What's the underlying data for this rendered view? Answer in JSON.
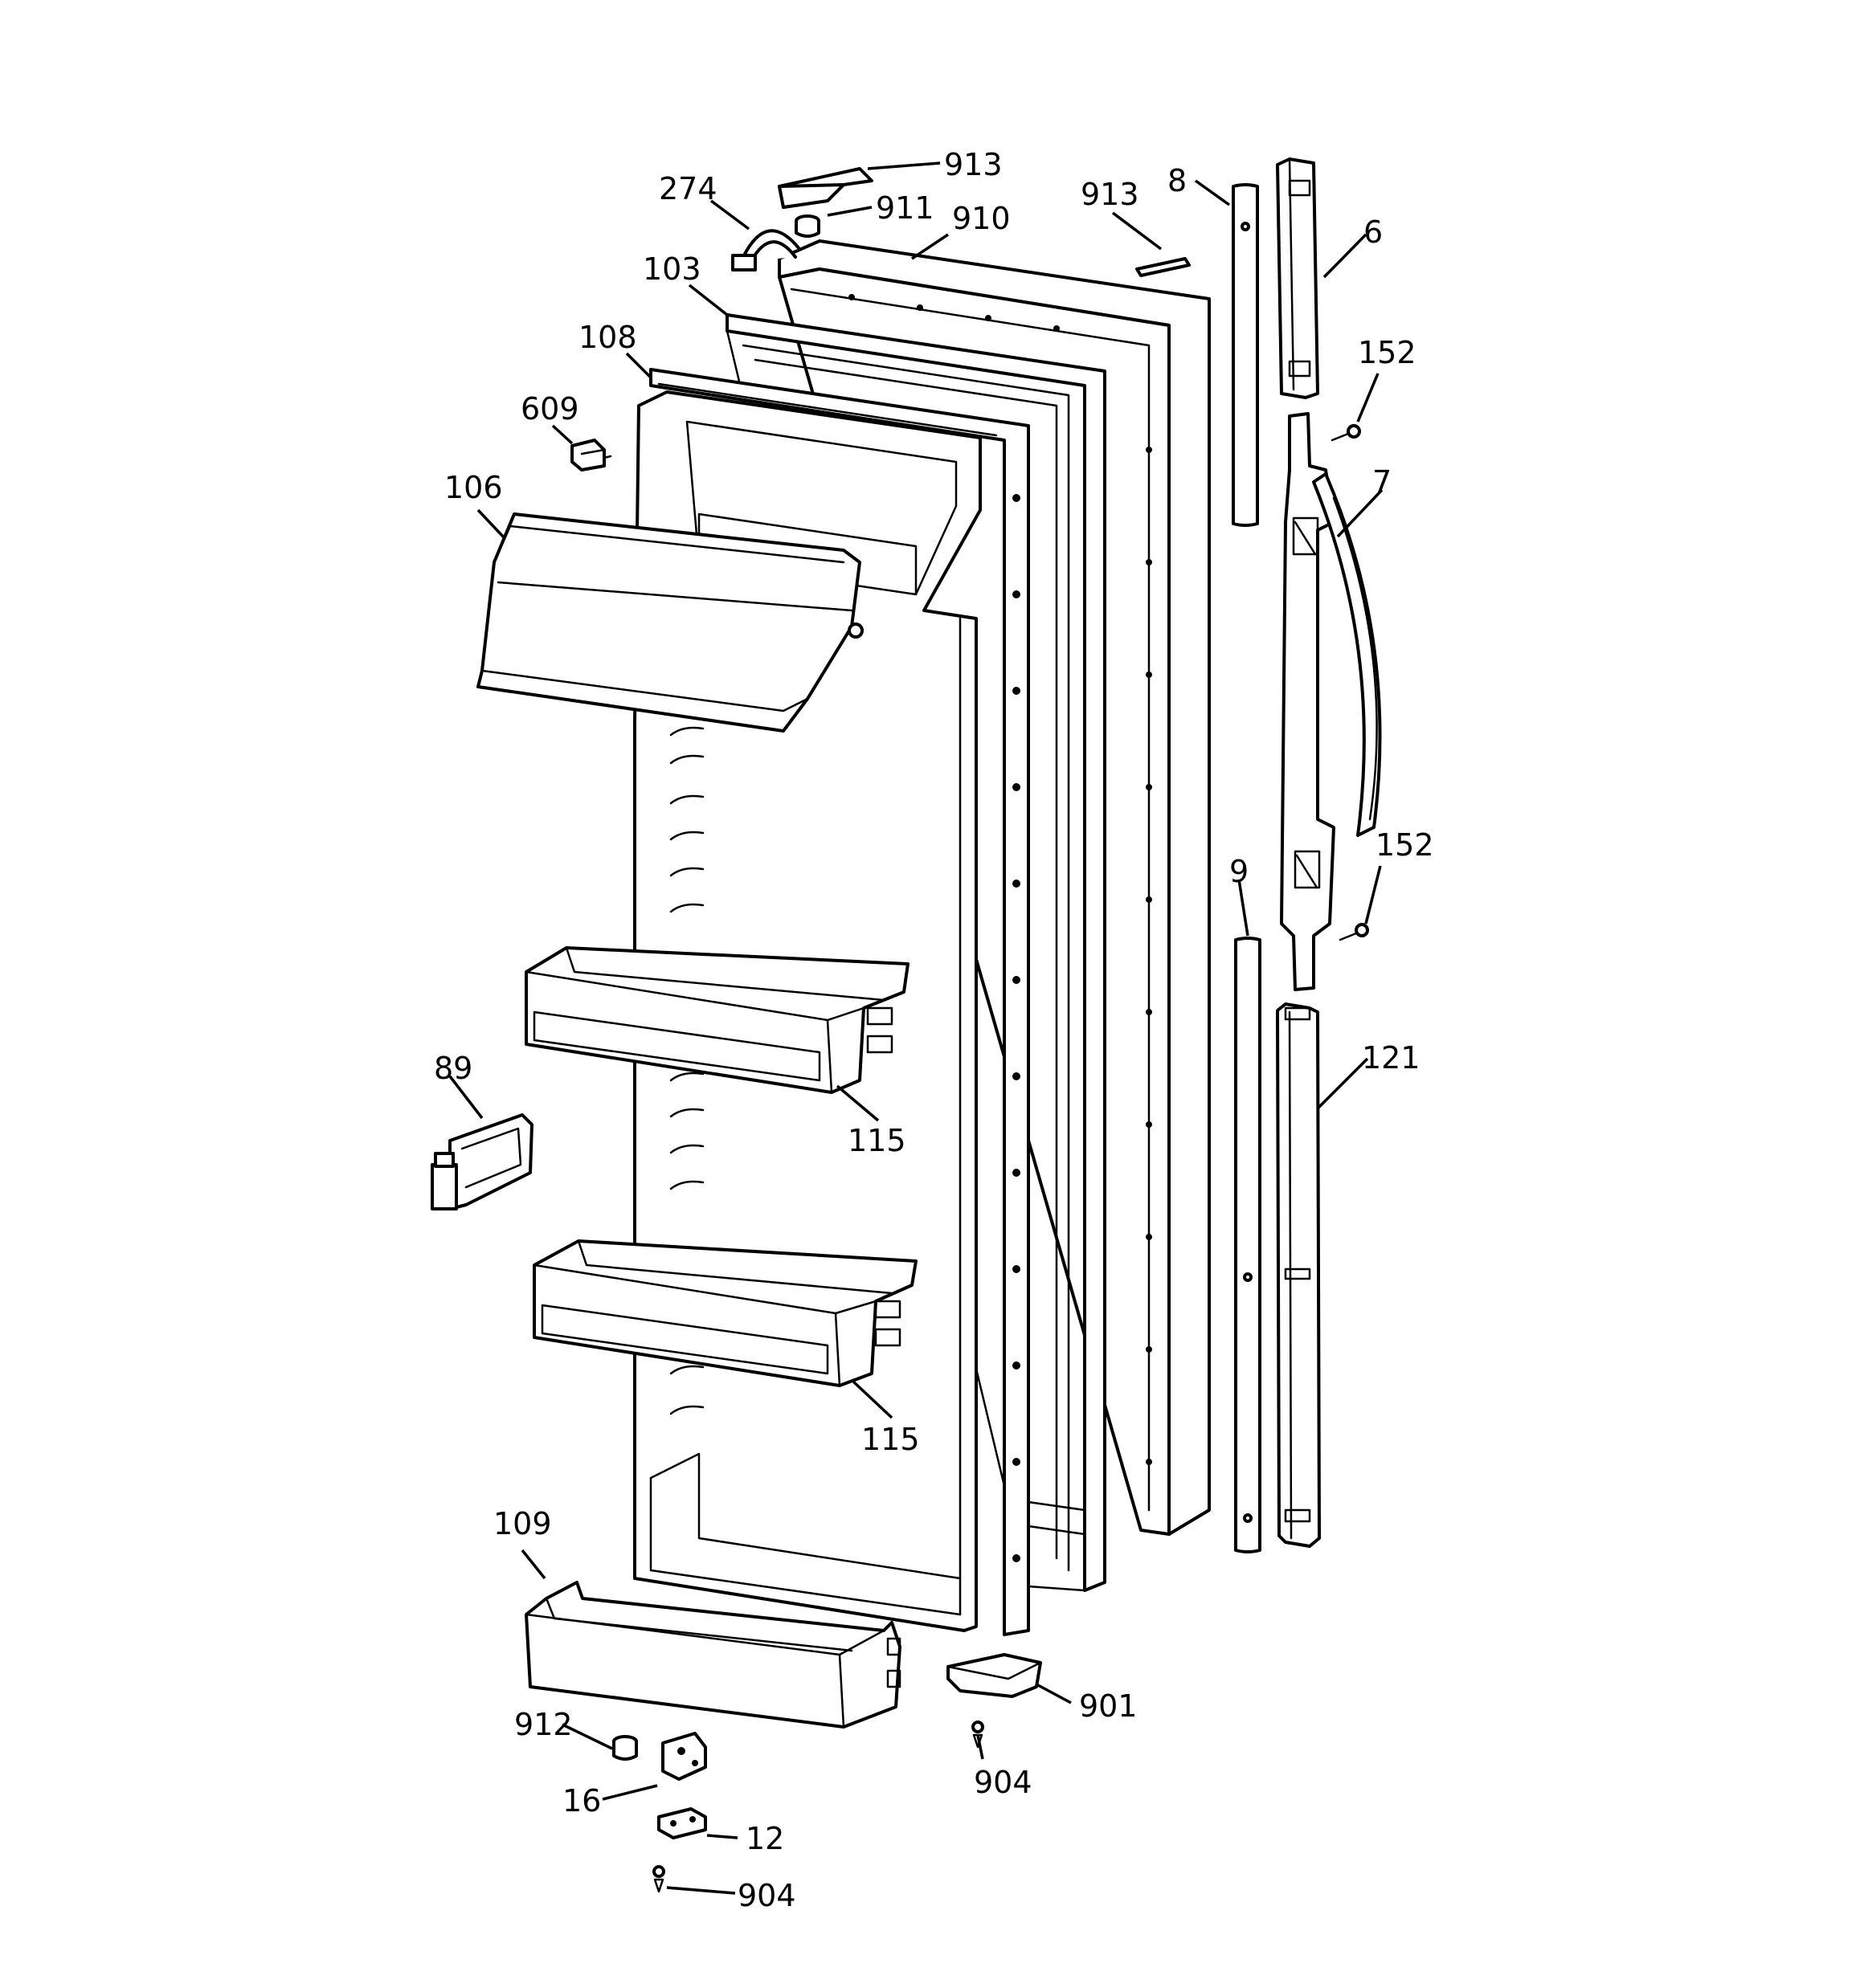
{
  "callouts": [
    {
      "id": "c913a",
      "text": "913"
    },
    {
      "id": "c274",
      "text": "274"
    },
    {
      "id": "c911",
      "text": "911"
    },
    {
      "id": "c910",
      "text": "910"
    },
    {
      "id": "c913b",
      "text": "913"
    },
    {
      "id": "c8",
      "text": "8"
    },
    {
      "id": "c6",
      "text": "6"
    },
    {
      "id": "c103",
      "text": "103"
    },
    {
      "id": "c108",
      "text": "108"
    },
    {
      "id": "c152a",
      "text": "152"
    },
    {
      "id": "c609",
      "text": "609"
    },
    {
      "id": "c7",
      "text": "7"
    },
    {
      "id": "c106",
      "text": "106"
    },
    {
      "id": "c152b",
      "text": "152"
    },
    {
      "id": "c9",
      "text": "9"
    },
    {
      "id": "c121",
      "text": "121"
    },
    {
      "id": "c89",
      "text": "89"
    },
    {
      "id": "c115a",
      "text": "115"
    },
    {
      "id": "c115b",
      "text": "115"
    },
    {
      "id": "c109",
      "text": "109"
    },
    {
      "id": "c901",
      "text": "901"
    },
    {
      "id": "c912",
      "text": "912"
    },
    {
      "id": "c904a",
      "text": "904"
    },
    {
      "id": "c16",
      "text": "16"
    },
    {
      "id": "c12",
      "text": "12"
    },
    {
      "id": "c904b",
      "text": "904"
    }
  ]
}
